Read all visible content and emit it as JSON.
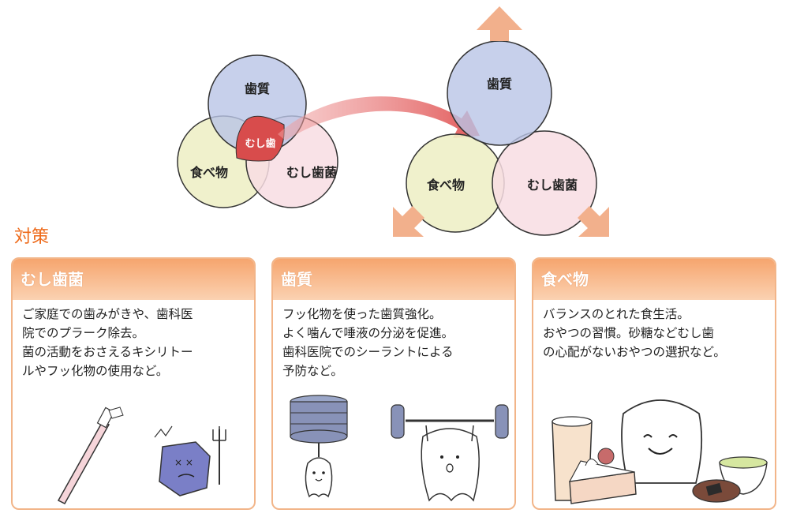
{
  "diagram": {
    "left_venn": {
      "top": "歯質",
      "bottom_left": "食べ物",
      "bottom_right": "むし歯菌",
      "center": "むし歯"
    },
    "right_venn": {
      "top": "歯質",
      "bottom_left": "食べ物",
      "bottom_right": "むし歯菌"
    },
    "colors": {
      "tooth_circle": "#b9c4e6",
      "food_circle": "#eef0c6",
      "bacteria_circle": "#f8dde3",
      "center_red": "#d84c4c",
      "arrow": "#e26a6a",
      "outward_arrow": "#f2b08c"
    }
  },
  "section": {
    "title": "対策"
  },
  "cards": [
    {
      "title": "むし歯菌",
      "text": "ご家庭での歯みがきや、歯科医\n院でのプラーク除去。\n菌の活動をおさえるキシリトー\nルやフッ化物の使用など。",
      "illustration": "toothbrush-and-bacteria"
    },
    {
      "title": "歯質",
      "text": "フッ化物を使った歯質強化。\nよく噛んで唾液の分泌を促進。\n歯科医院でのシーラントによる\n予防など。",
      "illustration": "teeth-lifting-weights"
    },
    {
      "title": "食べ物",
      "text": "バランスのとれた食生活。\nおやつの習慣。砂糖などむし歯\nの心配がないおやつの選択など。",
      "illustration": "tooth-with-snacks"
    }
  ],
  "accent_color": "#ee6a1a"
}
